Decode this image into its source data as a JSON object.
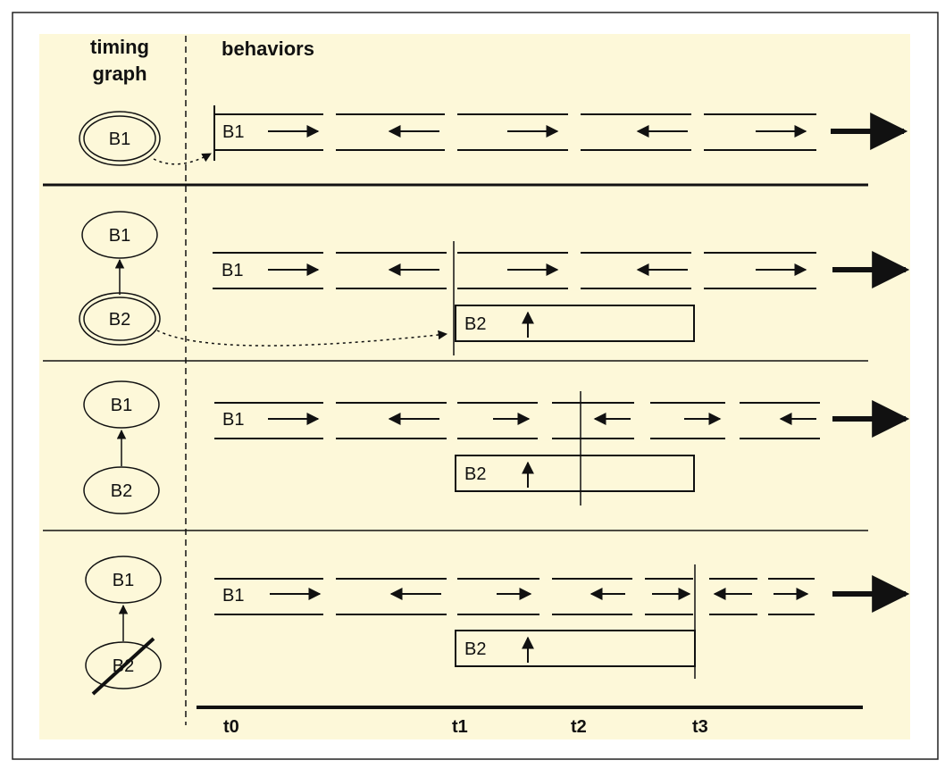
{
  "headers": {
    "timing_graph_line1": "timing",
    "timing_graph_line2": "graph",
    "behaviors": "behaviors"
  },
  "time_labels": [
    "t0",
    "t1",
    "t2",
    "t3"
  ],
  "rows": [
    {
      "graph": [
        {
          "label": "B1",
          "style": "double"
        }
      ],
      "b1_label": "B1",
      "b1_arrows": [
        "right",
        "left",
        "right",
        "left",
        "right"
      ],
      "b2_box": null
    },
    {
      "graph": [
        {
          "label": "B1",
          "style": "single"
        },
        {
          "label": "B2",
          "style": "double"
        }
      ],
      "b1_label": "B1",
      "b1_arrows": [
        "right",
        "left",
        "right",
        "left",
        "right"
      ],
      "b2_box": {
        "label": "B2",
        "arrow": "up"
      }
    },
    {
      "graph": [
        {
          "label": "B1",
          "style": "single"
        },
        {
          "label": "B2",
          "style": "single"
        }
      ],
      "b1_label": "B1",
      "b1_arrows": [
        "right",
        "left",
        "right",
        "left",
        "right",
        "left"
      ],
      "b2_box": {
        "label": "B2",
        "arrow": "up"
      }
    },
    {
      "graph": [
        {
          "label": "B1",
          "style": "single"
        },
        {
          "label": "B2",
          "style": "struck"
        }
      ],
      "b1_label": "B1",
      "b1_arrows": [
        "right",
        "left",
        "right",
        "left",
        "right",
        "left",
        "right"
      ],
      "b2_box": {
        "label": "B2",
        "arrow": "up"
      }
    }
  ],
  "colors": {
    "panel_background": "#fdf8d9",
    "ink": "#111111",
    "page_background": "#ffffff"
  }
}
